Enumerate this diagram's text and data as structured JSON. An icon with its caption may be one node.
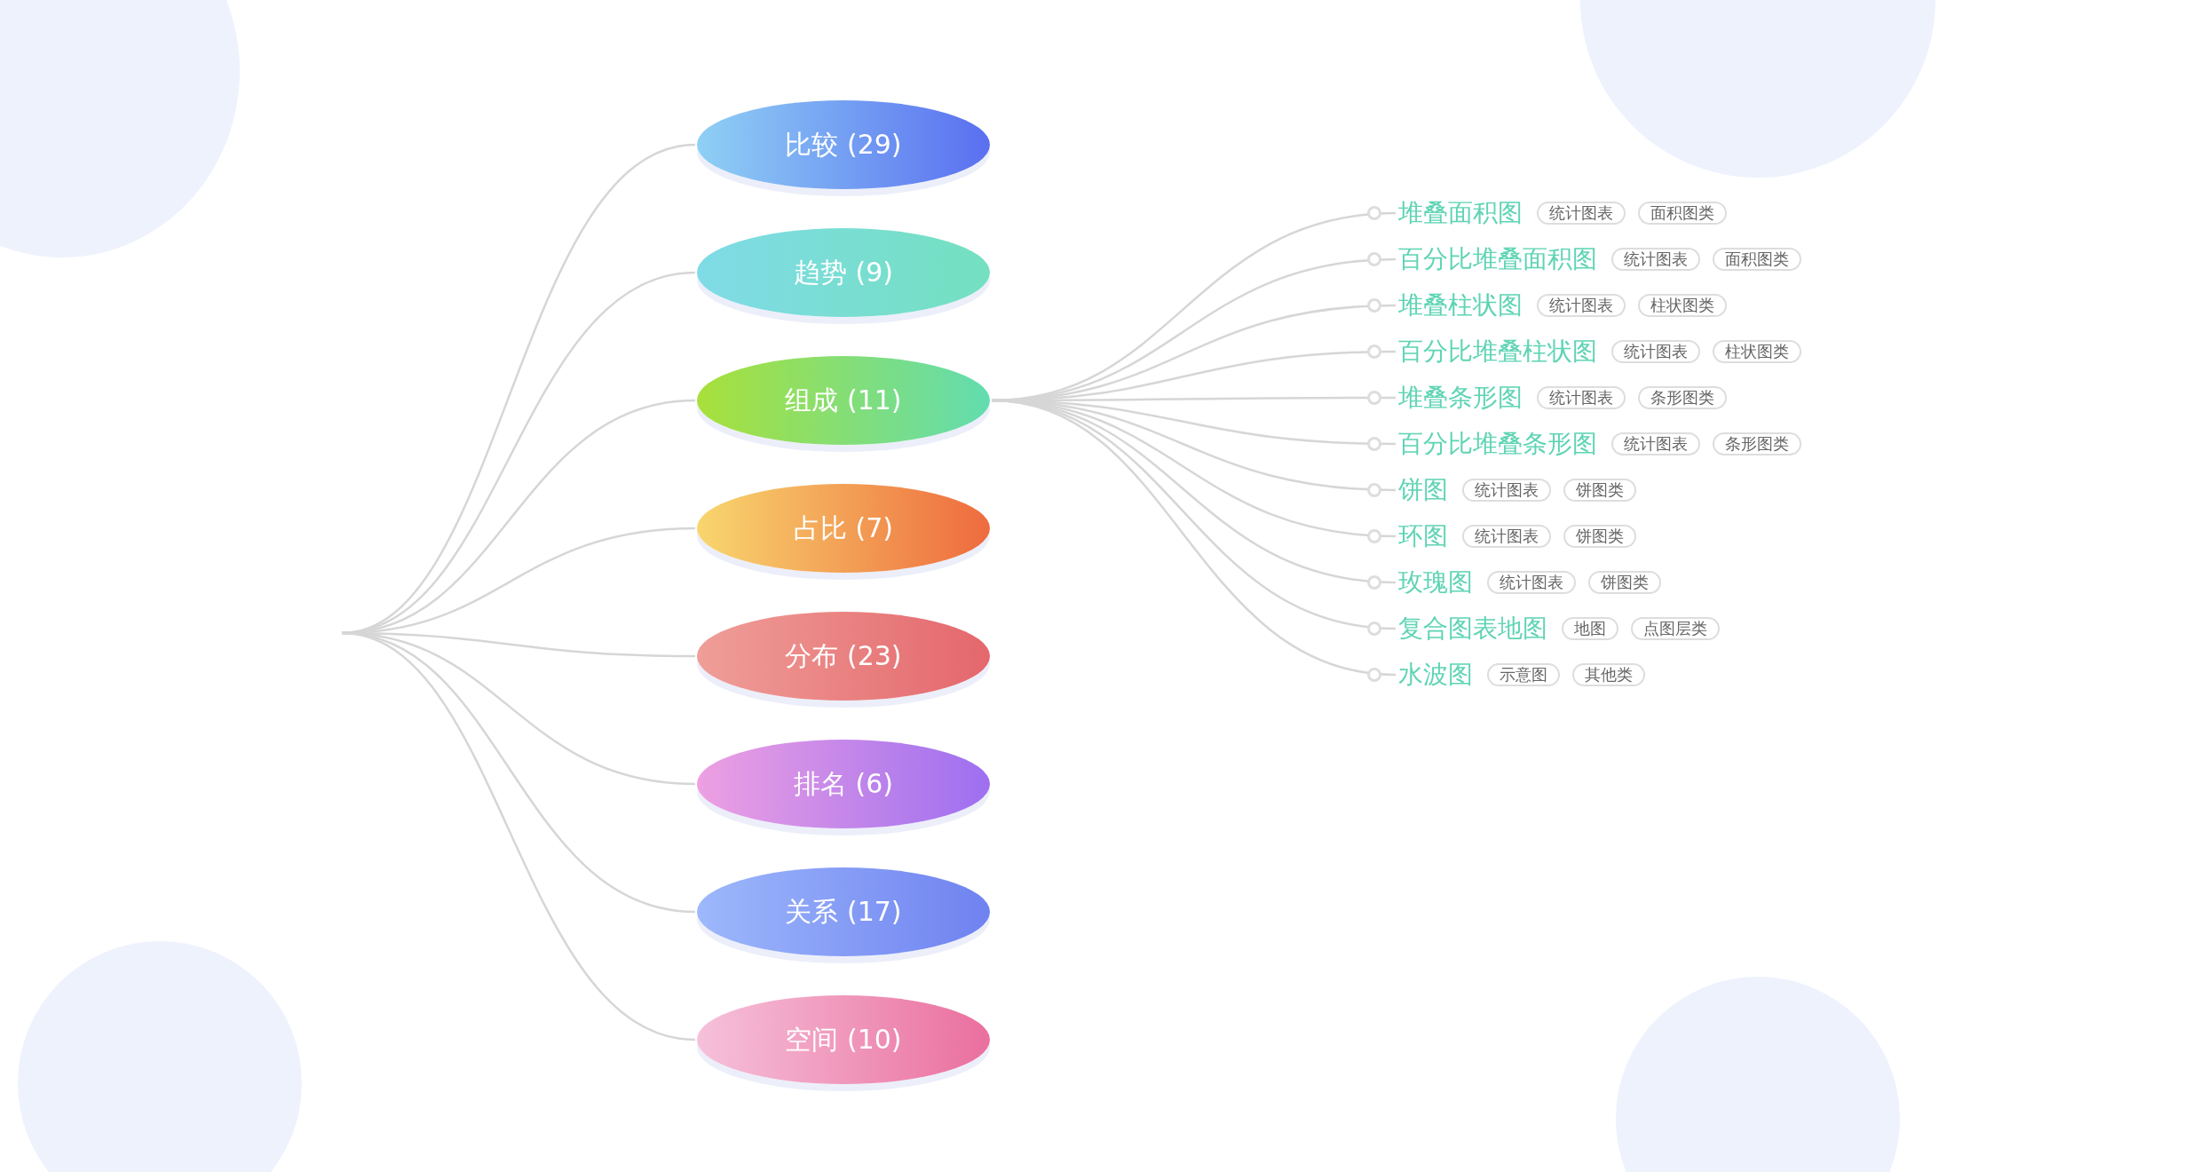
{
  "diagram": {
    "nodes": [
      {
        "text": [
          "比较 (29)"
        ]
      },
      {
        "text": [
          "趋势 (9)"
        ]
      },
      {
        "text": [
          "组成 (11)"
        ]
      },
      {
        "text": [
          "占比 (7)"
        ]
      },
      {
        "text": [
          "分布 (23)"
        ]
      },
      {
        "text": [
          "排名 (6)"
        ]
      },
      {
        "text": [
          "关系 (17)"
        ]
      },
      {
        "text": [
          "空间 (10)"
        ]
      },
      {
        "text": [
          "堆叠面积图"
        ],
        "beside": [
          "统计图表",
          "面积图类"
        ]
      },
      {
        "text": [
          "百分比堆叠面积图"
        ],
        "beside": [
          "统计图表",
          "面积图类"
        ]
      },
      {
        "text": [
          "堆叠柱状图"
        ],
        "beside": [
          "统计图表",
          "柱状图类"
        ]
      },
      {
        "text": [
          "百分比堆叠柱状图"
        ],
        "beside": [
          "统计图表",
          "柱状图类"
        ]
      },
      {
        "text": [
          "堆叠条形图"
        ],
        "beside": [
          "统计图表",
          "条形图类"
        ]
      },
      {
        "text": [
          "百分比堆叠条形图"
        ],
        "beside": [
          "统计图表",
          "条形图类"
        ]
      },
      {
        "text": [
          "饼图"
        ],
        "beside": [
          "统计图表",
          "饼图类"
        ]
      },
      {
        "text": [
          "环图"
        ],
        "beside": [
          "统计图表",
          "饼图类"
        ]
      },
      {
        "text": [
          "玫瑰图"
        ],
        "beside": [
          "统计图表",
          "饼图类"
        ]
      },
      {
        "text": [
          "复合图表地图"
        ],
        "beside": [
          "地图",
          "点图层类"
        ]
      },
      {
        "text": [
          "水波图"
        ],
        "beside": [
          "示意图",
          "其他类"
        ]
      }
    ],
    "edges": [
      {
        "from": null,
        "to": 0,
        "arrow": "none"
      },
      {
        "from": null,
        "to": 1,
        "arrow": "none"
      },
      {
        "from": null,
        "to": 2,
        "arrow": "none"
      },
      {
        "from": null,
        "to": 3,
        "arrow": "none"
      },
      {
        "from": null,
        "to": 4,
        "arrow": "none"
      },
      {
        "from": null,
        "to": 5,
        "arrow": "none"
      },
      {
        "from": null,
        "to": 6,
        "arrow": "none"
      },
      {
        "from": null,
        "to": 7,
        "arrow": "none"
      },
      {
        "from": 2,
        "to": 8,
        "arrow": "none"
      },
      {
        "from": 2,
        "to": 9,
        "arrow": "none"
      },
      {
        "from": 2,
        "to": 10,
        "arrow": "none"
      },
      {
        "from": 2,
        "to": 11,
        "arrow": "none"
      },
      {
        "from": 2,
        "to": 12,
        "arrow": "none"
      },
      {
        "from": 2,
        "to": 13,
        "arrow": "none"
      },
      {
        "from": 2,
        "to": 14,
        "arrow": "none"
      },
      {
        "from": 2,
        "to": 15,
        "arrow": "none"
      },
      {
        "from": 2,
        "to": 16,
        "arrow": "none"
      },
      {
        "from": 2,
        "to": 17,
        "arrow": "none"
      },
      {
        "from": 2,
        "to": 18,
        "arrow": "none"
      }
    ]
  }
}
